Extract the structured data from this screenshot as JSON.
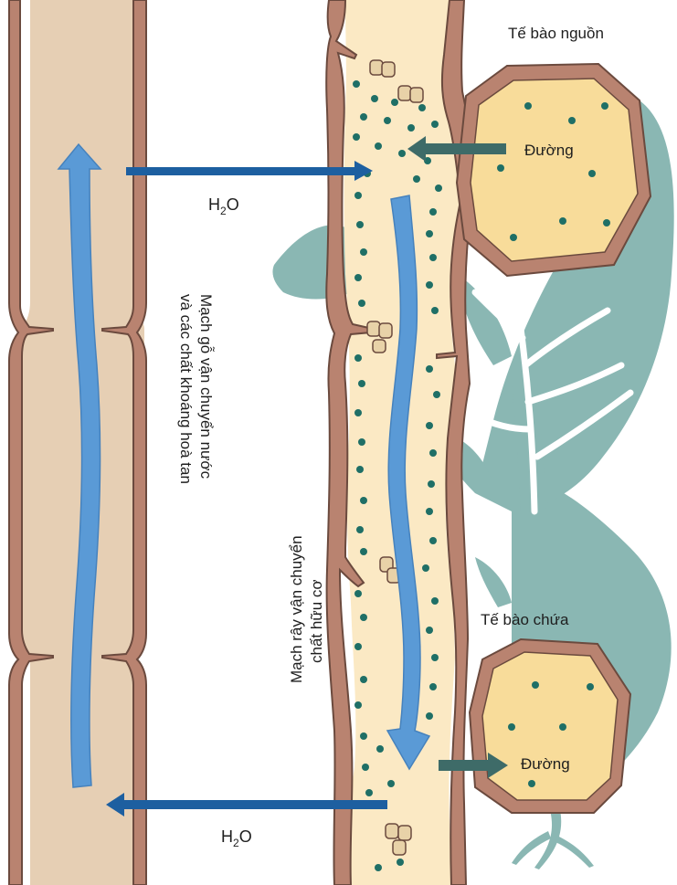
{
  "labels": {
    "source_cell": "Tế bào nguồn",
    "sink_cell": "Tế bào chứa",
    "sugar_top": "Đường",
    "sugar_bottom": "Đường",
    "water_top": {
      "main": "H",
      "sub": "2",
      "tail": "O"
    },
    "water_bottom": {
      "main": "H",
      "sub": "2",
      "tail": "O"
    },
    "xylem_line1": "Mạch gỗ vận chuyển nước",
    "xylem_line2": "và các chất khoáng hoà tan",
    "phloem_line1": "Mạch rây vận chuyển",
    "phloem_line2": "chất hữu cơ"
  },
  "colors": {
    "xylem_fill": "#e6cfb4",
    "phloem_fill": "#fbe9c4",
    "cell_wall": "#b98370",
    "wall_outline": "#6b4a3e",
    "cell_interior": "#f8dc9a",
    "sugar_dot": "#1f6f66",
    "leaf_teal": "#8ab7b3",
    "water_arrow": "#5a9ad6",
    "h2o_arrow": "#1d5fa0",
    "sugar_arrow": "#3e6b68"
  },
  "icons": {
    "xylem_flow": "up-arrow-icon",
    "phloem_flow": "down-arrow-icon",
    "water_transfer": "right-arrow-icon",
    "sugar_transfer": "left-arrow-icon"
  }
}
